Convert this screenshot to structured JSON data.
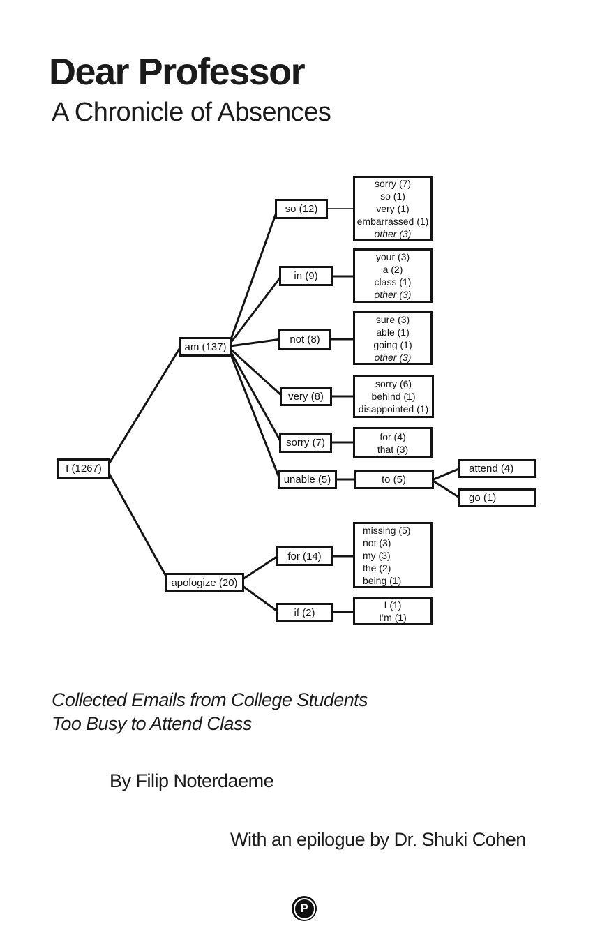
{
  "cover": {
    "title": "Dear Professor",
    "subtitle": "A Chronicle of Absences",
    "tagline_line1": "Collected Emails from College Students",
    "tagline_line2": "Too Busy to Attend Class",
    "author": "By Filip Noterdaeme",
    "epilogue": "With an epilogue by Dr. Shuki Cohen",
    "publisher_initial": "P"
  },
  "tree": {
    "root": {
      "label": "I (1267)"
    },
    "am": {
      "label": "am (137)"
    },
    "apologize": {
      "label": "apologize (20)"
    },
    "so": {
      "label": "so (12)"
    },
    "in": {
      "label": "in (9)"
    },
    "not": {
      "label": "not (8)"
    },
    "very": {
      "label": "very (8)"
    },
    "sorry": {
      "label": "sorry (7)"
    },
    "unable": {
      "label": "unable (5)"
    },
    "to": {
      "label": "to (5)"
    },
    "attend": {
      "label": "attend (4)"
    },
    "go": {
      "label": "go (1)"
    },
    "for": {
      "label": "for (14)"
    },
    "if": {
      "label": "if (2)"
    },
    "so_list": [
      "sorry (7)",
      "so (1)",
      "very (1)",
      "embarrassed (1)",
      "other (3)"
    ],
    "in_list": [
      "your (3)",
      "a (2)",
      "class (1)",
      "other (3)"
    ],
    "not_list": [
      "sure (3)",
      "able (1)",
      "going (1)",
      "other (3)"
    ],
    "very_list": [
      "sorry (6)",
      "behind (1)",
      "disappointed (1)"
    ],
    "sorry_list": [
      "for (4)",
      "that (3)"
    ],
    "for_list": [
      "missing (5)",
      "not (3)",
      "my (3)",
      "the (2)",
      "being (1)"
    ],
    "if_list": [
      "I (1)",
      "I’m (1)"
    ]
  },
  "colors": {
    "ink": "#141414",
    "background": "#ffffff"
  }
}
